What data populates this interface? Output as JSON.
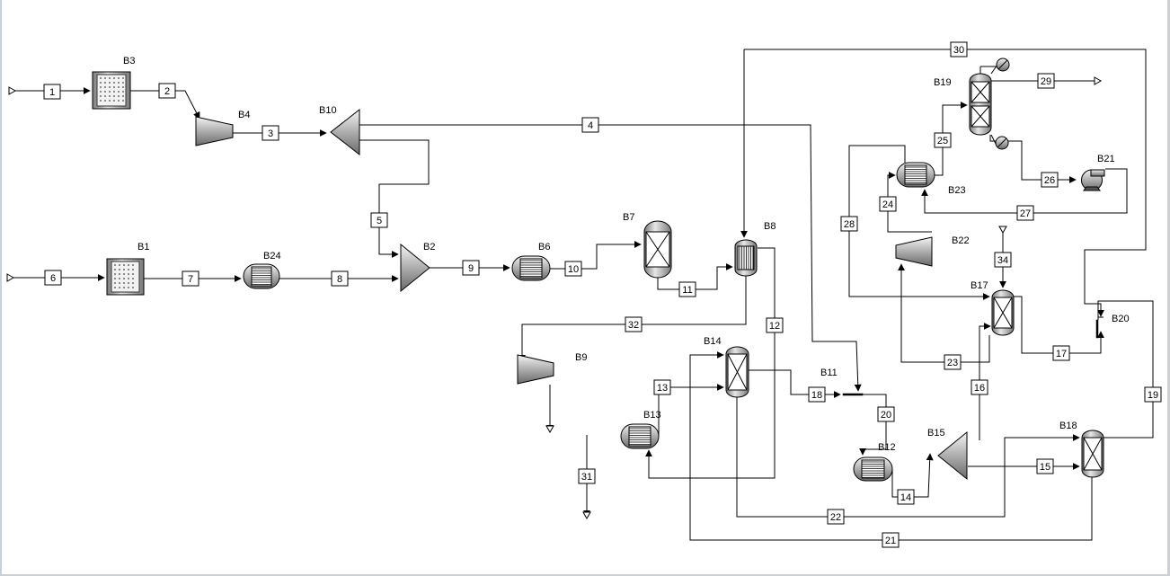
{
  "blocks": [
    {
      "id": "B1",
      "type": "heater-dotted"
    },
    {
      "id": "B3",
      "type": "heater-dotted"
    },
    {
      "id": "B24",
      "type": "hx-horizontal"
    },
    {
      "id": "B6",
      "type": "hx-horizontal"
    },
    {
      "id": "B12",
      "type": "hx-horizontal"
    },
    {
      "id": "B13",
      "type": "hx-horizontal"
    },
    {
      "id": "B23",
      "type": "hx-horizontal"
    },
    {
      "id": "B4",
      "type": "compressor"
    },
    {
      "id": "B9",
      "type": "compressor"
    },
    {
      "id": "B22",
      "type": "compressor"
    },
    {
      "id": "B10",
      "type": "splitter-triangle"
    },
    {
      "id": "B2",
      "type": "mixer-triangle"
    },
    {
      "id": "B15",
      "type": "splitter-triangle"
    },
    {
      "id": "B7",
      "type": "reactor-vessel"
    },
    {
      "id": "B8",
      "type": "hx-vertical"
    },
    {
      "id": "B14",
      "type": "column"
    },
    {
      "id": "B17",
      "type": "column"
    },
    {
      "id": "B18",
      "type": "column"
    },
    {
      "id": "B19",
      "type": "distillation-column"
    },
    {
      "id": "B21",
      "type": "pump"
    },
    {
      "id": "B11",
      "type": "mixer-line"
    },
    {
      "id": "B20",
      "type": "mixer-line"
    }
  ],
  "streams": [
    "1",
    "2",
    "3",
    "4",
    "5",
    "6",
    "7",
    "8",
    "9",
    "10",
    "11",
    "12",
    "13",
    "14",
    "15",
    "16",
    "17",
    "18",
    "19",
    "20",
    "21",
    "22",
    "23",
    "24",
    "25",
    "26",
    "27",
    "28",
    "29",
    "30",
    "31",
    "32",
    "34"
  ]
}
